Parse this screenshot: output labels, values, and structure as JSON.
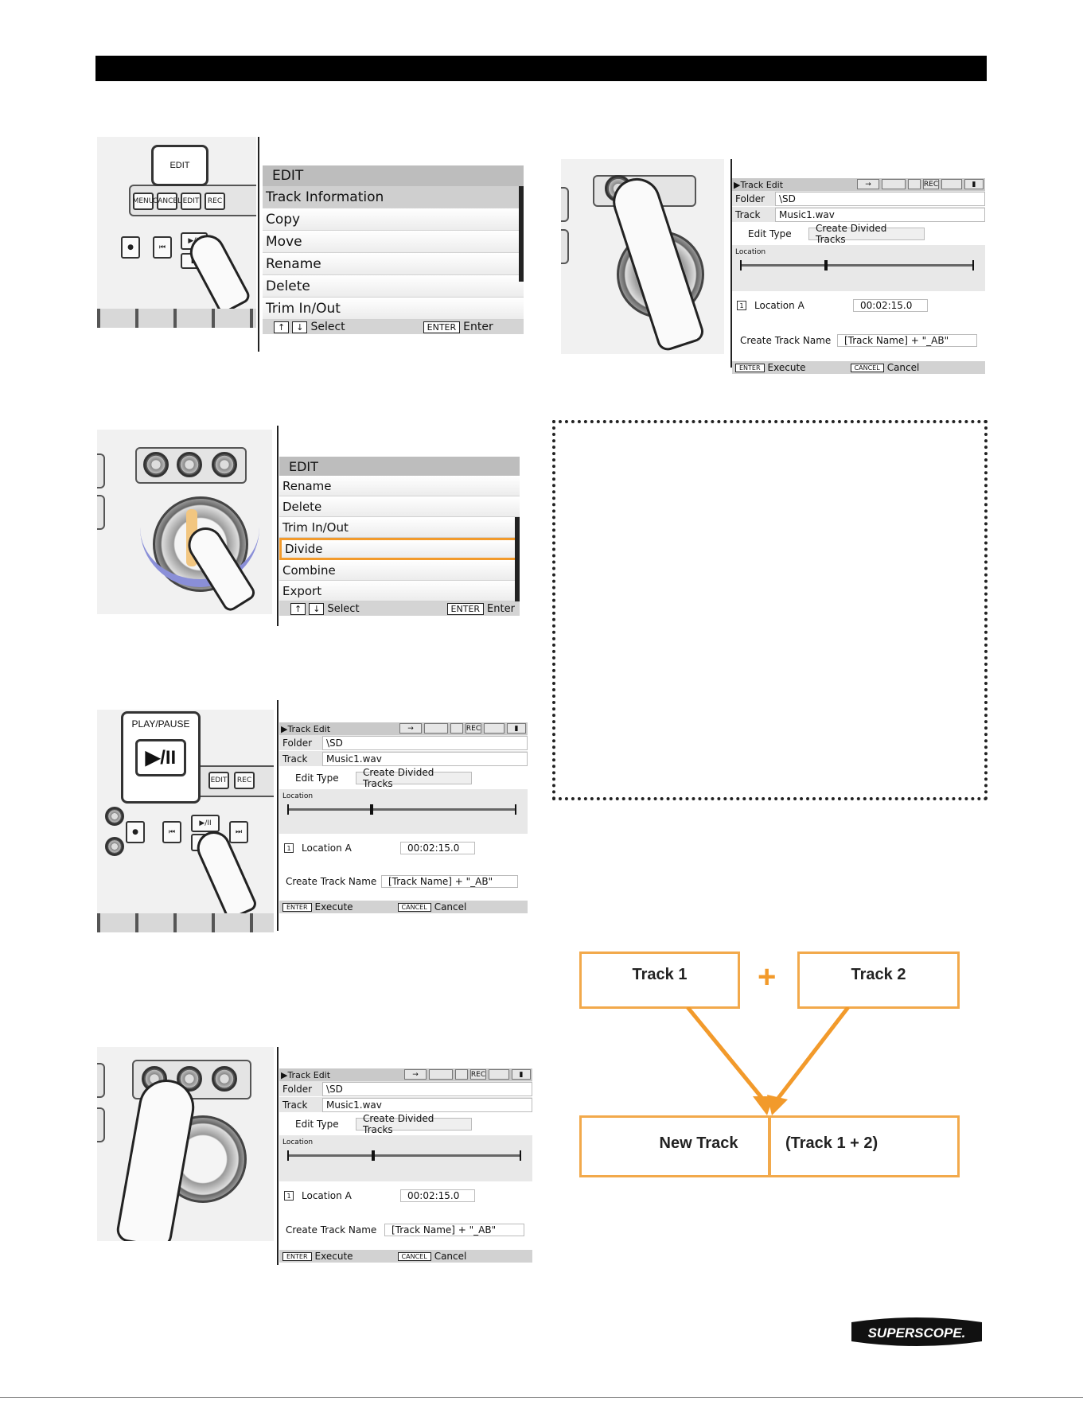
{
  "menu_top": {
    "title": "EDIT",
    "items": [
      "Track Information",
      "Copy",
      "Move",
      "Rename",
      "Delete",
      "Trim In/Out"
    ],
    "footer": {
      "select": "Select",
      "enter_key": "ENTER",
      "enter": "Enter"
    }
  },
  "menu_mid": {
    "title": "EDIT",
    "items": [
      "Rename",
      "Delete",
      "Trim In/Out",
      "Divide",
      "Combine",
      "Export"
    ],
    "highlighted": "Divide",
    "footer": {
      "select": "Select",
      "enter_key": "ENTER",
      "enter": "Enter"
    }
  },
  "track_edit": {
    "title": "▶Track Edit",
    "icons": {
      "arrow": "→",
      "rec": "REC"
    },
    "folder_label": "Folder",
    "folder": "\\SD",
    "track_label": "Track",
    "track": "Music1.wav",
    "edit_type_label": "Edit Type",
    "edit_type": "Create Divided Tracks",
    "location_label": "Location",
    "location_a_num": "1",
    "location_a_label": "Location A",
    "location_a": "00:02:15.0",
    "location_position": 0.36,
    "name_label": "Create Track Name",
    "name_value": "[Track Name] + \"_AB\"",
    "execute_key": "ENTER",
    "execute": "Execute",
    "cancel_key": "CANCEL",
    "cancel": "Cancel"
  },
  "callouts": {
    "edit": "EDIT",
    "play_pause": "PLAY/PAUSE",
    "play_symbol": "▶/II"
  },
  "diagram": {
    "track1": "Track 1",
    "plus": "+",
    "track2": "Track 2",
    "new_track": "New Track",
    "combined": "(Track 1 + 2)"
  },
  "logo": "SUPERSCOPE.",
  "colors": {
    "accent": "#f29a2b",
    "box_border": "#f2a94b"
  }
}
